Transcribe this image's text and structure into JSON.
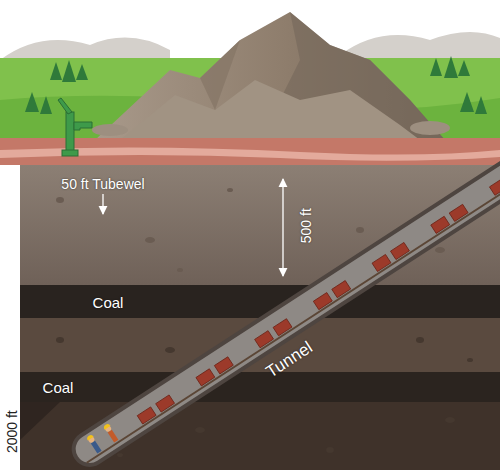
{
  "diagram": {
    "labels": [
      "50 ft Tubewel",
      "500 ft",
      "Coal",
      "Tunnel",
      "Coal",
      "2000 ft"
    ]
  }
}
